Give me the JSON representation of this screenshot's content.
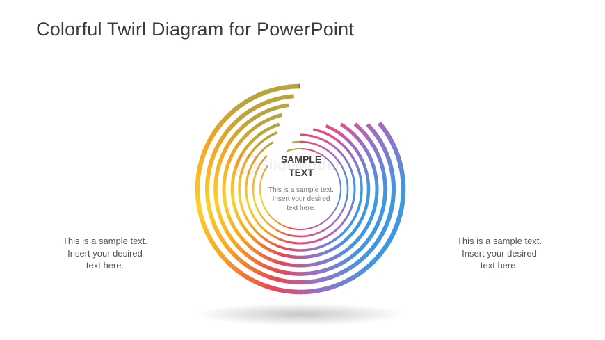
{
  "slide": {
    "title": "Colorful Twirl Diagram for PowerPoint"
  },
  "center": {
    "title_lines": [
      "SAMPLE",
      "TEXT"
    ],
    "body_lines": [
      "This is a sample text.",
      "Insert your desired",
      "text here."
    ]
  },
  "left_text": {
    "lines": [
      "This is a sample text.",
      "Insert your desired",
      "text here."
    ]
  },
  "right_text": {
    "lines": [
      "This is a sample text.",
      "Insert your desired",
      "text here."
    ]
  },
  "watermark": {
    "text": "SlideModel"
  },
  "colors": {
    "olive": "#b9a43c",
    "orange": "#f5a623",
    "yellow": "#fad12f",
    "red": "#e94552",
    "pink": "#e44d8e",
    "purple": "#9a6fc6",
    "blue": "#3f97e0"
  }
}
